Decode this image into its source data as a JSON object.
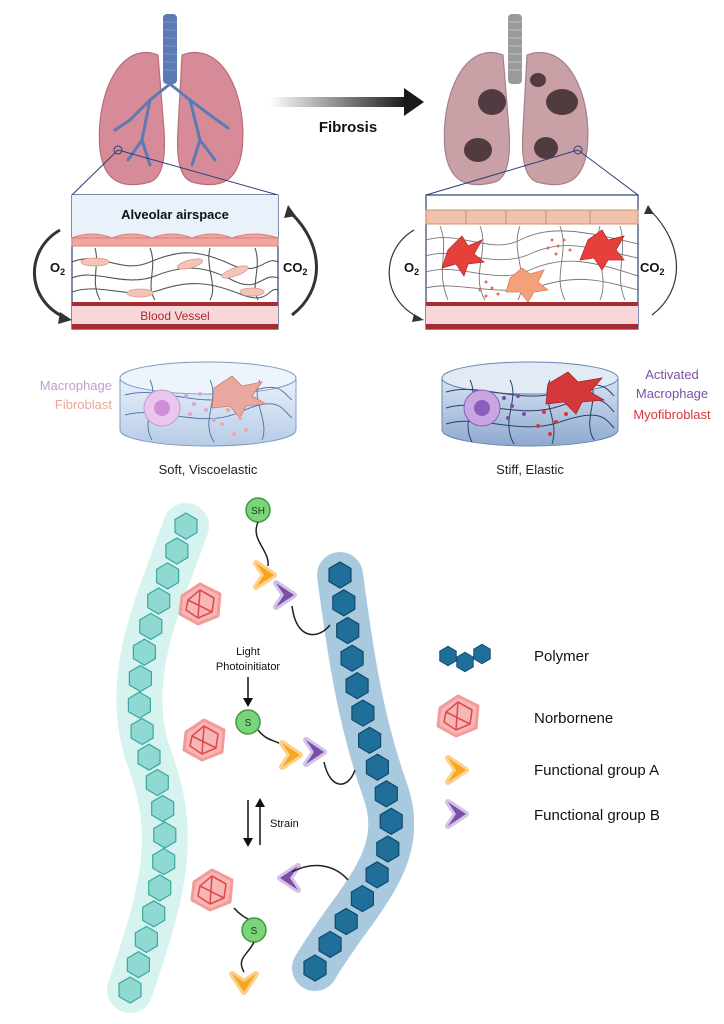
{
  "top": {
    "arrow_label": "Fibrosis",
    "left_panel": {
      "airspace_label": "Alveolar airspace",
      "vessel_label": "Blood Vessel",
      "gas_left": "O",
      "gas_left_sub": "2",
      "gas_right": "CO",
      "gas_right_sub": "2",
      "cell_label_1": "Macrophage",
      "cell_label_2": "Fibroblast",
      "hydrogel_caption": "Soft, Viscoelastic"
    },
    "right_panel": {
      "gas_left": "O",
      "gas_left_sub": "2",
      "gas_right": "CO",
      "gas_right_sub": "2",
      "cell_label_1a": "Activated",
      "cell_label_1b": "Macrophage",
      "cell_label_2": "Myofibroblast",
      "hydrogel_caption": "Stiff, Elastic"
    }
  },
  "chemistry": {
    "thiol_label": "SH",
    "sulfur_label": "S",
    "step1_line1": "Light",
    "step1_line2": "Photoinitiator",
    "step2_label": "Strain"
  },
  "legend": {
    "items": [
      {
        "label": "Polymer",
        "icon": "polymer-icon"
      },
      {
        "label": "Norbornene",
        "icon": "norbornene-icon"
      },
      {
        "label": "Functional group A",
        "icon": "chevron-orange-icon"
      },
      {
        "label": "Functional group B",
        "icon": "chevron-purple-icon"
      }
    ]
  },
  "colors": {
    "teal": "#8fd9d2",
    "teal_dark": "#3aa89e",
    "blue": "#1f6f9a",
    "blue_halo": "#a9c9de",
    "orange": "#f5a623",
    "purple": "#7b4fa5",
    "red": "#e24b4b",
    "lung": "#d78a97",
    "trachea": "#5b7bb5",
    "vessel": "#a82a32"
  }
}
